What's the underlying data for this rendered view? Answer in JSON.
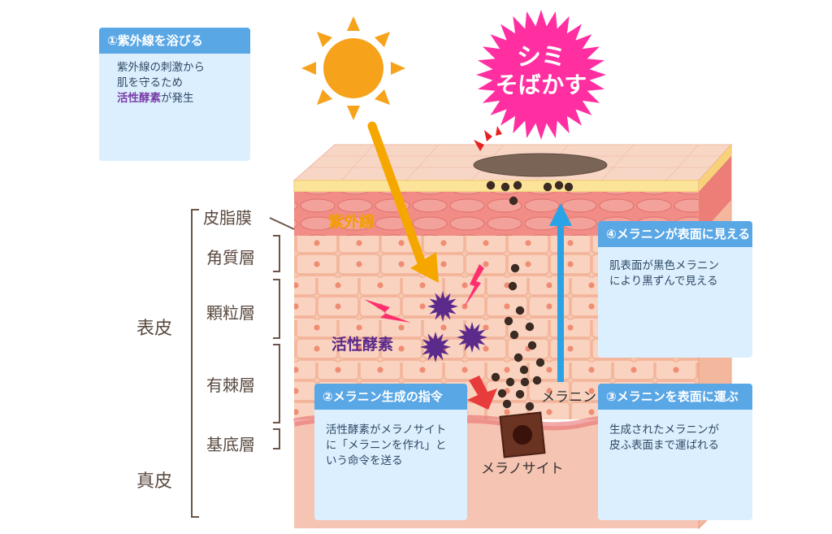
{
  "colors": {
    "sun": "#f7a21b",
    "sunburst": "#ff2fa2",
    "uv_arrow": "#f5a700",
    "melanin_arrow": "#29a3e6",
    "panel_header": "#5aa7e6",
    "panel_bg": "#dcefff",
    "enzyme": "#5b2a8a",
    "lightning": "#ff2e6e",
    "label_text": "#5a4a40"
  },
  "icons": {
    "sun": "sun-icon",
    "burst": "starburst-badge",
    "lightning": "lightning-icon",
    "enzyme": "free-radical-icon"
  },
  "burst": {
    "line1": "シミ",
    "line2": "そばかす"
  },
  "panel1": {
    "title": "①紫外線を浴びる",
    "line1": "紫外線の刺激から",
    "line2": "肌を守るため",
    "highlight": "活性酵素",
    "suffix": "が発生"
  },
  "panel2": {
    "title": "②メラニン生成の指令",
    "line1": "活性酵素がメラノサイト",
    "line2": "に「メラニンを作れ」と",
    "line3": "いう命令を送る"
  },
  "panel3": {
    "title": "③メラニンを表面に運ぶ",
    "line1": "生成されたメラニンが",
    "line2": "皮ふ表面まで運ばれる"
  },
  "panel4": {
    "title": "④メラニンが表面に見える",
    "line1": "肌表面が黒色メラニン",
    "line2": "により黒ずんで見える"
  },
  "layers": {
    "sebum": "皮脂膜",
    "corneum": "角質層",
    "granular": "顆粒層",
    "spinous": "有棘層",
    "basal": "基底層"
  },
  "groups": {
    "epidermis": "表皮",
    "dermis": "真皮"
  },
  "diagram": {
    "uv": "紫外線",
    "ros": "活性酵素",
    "melanin": "メラニン",
    "melanocyte": "メラノサイト"
  }
}
